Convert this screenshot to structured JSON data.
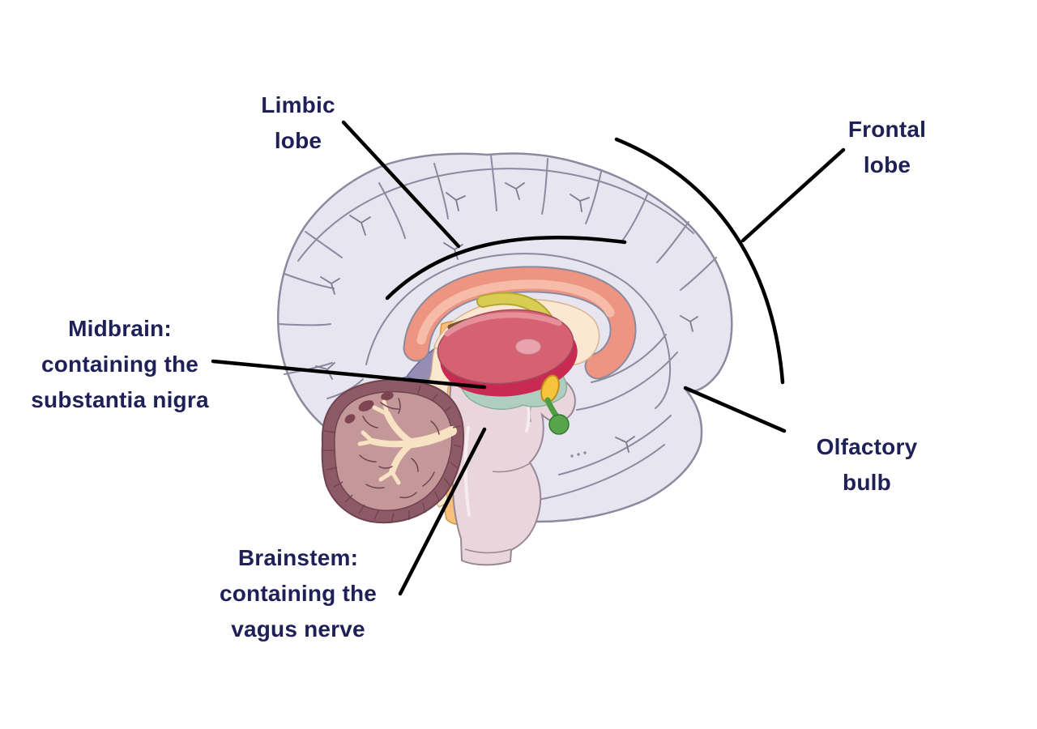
{
  "figure": {
    "type": "labeled-anatomy-diagram",
    "background_color": "#ffffff",
    "label_color": "#1e2057",
    "line_color": "#000000",
    "labels": [
      {
        "id": "limbic-lobe",
        "text": "Limbic\nlobe"
      },
      {
        "id": "frontal-lobe",
        "text": "Frontal\nlobe"
      },
      {
        "id": "midbrain",
        "text": "Midbrain:\ncontaining the\nsubstantia nigra"
      },
      {
        "id": "olfactory-bulb",
        "text": "Olfactory\nbulb"
      },
      {
        "id": "brainstem",
        "text": "Brainstem:\ncontaining the\nvagus nerve"
      }
    ],
    "illustration": {
      "subject": "human-brain-sagittal-section",
      "structures": [
        "cerebrum",
        "corpus-callosum",
        "fornix",
        "thalamus",
        "third-ventricle",
        "optic-chiasm",
        "pituitary-gland",
        "midbrain",
        "pons",
        "medulla",
        "spinal-cord",
        "cerebellum",
        "tentorium"
      ],
      "palette": {
        "cortex": "#e7e5ef",
        "cortex_outline": "#8b8a9e",
        "corpus_callosum": "#ee9581",
        "corpus_callosum_highlight": "#f6bca9",
        "inner_cream": "#fce8d2",
        "fornix": "#dacc52",
        "brown_band": "#7a5330",
        "thalamus": "#d66171",
        "thalamus_under": "#c92a52",
        "thalamus_spot": "#e9a3ac",
        "third_ventricle": "#afcdc1",
        "optic_chiasm": "#f5c43c",
        "pituitary": "#57a44b",
        "midbrain_band": "#f7c17a",
        "brainstem_pink": "#e9d6dd",
        "cerebellum_rim": "#8e5a68",
        "cerebellum_body": "#c49898",
        "arbor_vitae": "#f7e3c3",
        "tentorium": "#968db4"
      }
    }
  }
}
